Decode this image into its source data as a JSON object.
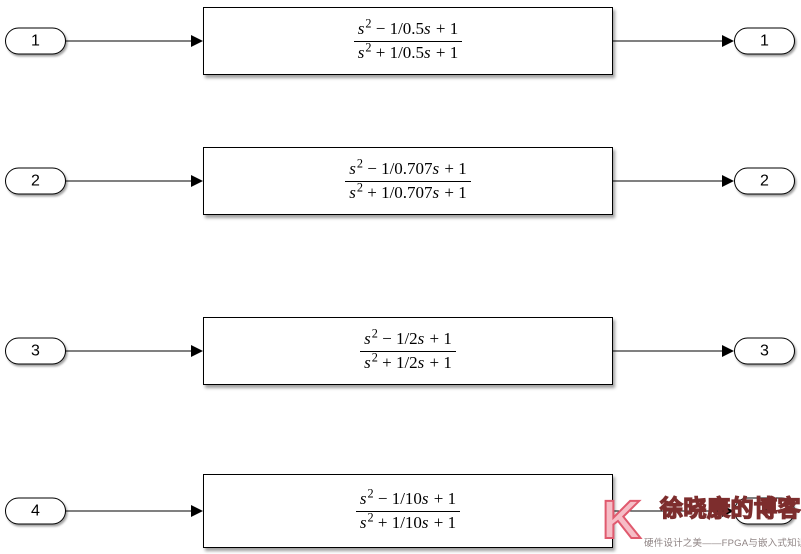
{
  "diagram": {
    "rows": [
      {
        "input_port": "1",
        "output_port": "1",
        "numerator": "s^2 − 1/0.5s + 1",
        "denominator": "s^2 + 1/0.5s + 1"
      },
      {
        "input_port": "2",
        "output_port": "2",
        "numerator": "s^2 − 1/0.707s + 1",
        "denominator": "s^2 + 1/0.707s + 1"
      },
      {
        "input_port": "3",
        "output_port": "3",
        "numerator": "s^2 − 1/2s + 1",
        "denominator": "s^2 + 1/2s + 1"
      },
      {
        "input_port": "4",
        "output_port": "4",
        "numerator": "s^2 − 1/10s + 1",
        "denominator": "s^2 + 1/10s + 1"
      }
    ]
  },
  "watermark": {
    "logo_letter": "K",
    "title": "徐晓康的博客",
    "subtitle": "硬件设计之美——FPGA与嵌入式知识分享",
    "title_fill_color": "#9c4040",
    "title_outline_color": "#7d2d2d",
    "logo_fill_color": "#f6bdc6",
    "logo_outline_color": "#e05a6e",
    "subtitle_color": "#8f8484"
  },
  "colors": {
    "background": "#ffffff",
    "line_color": "#000000",
    "block_fill": "#ffffff"
  }
}
